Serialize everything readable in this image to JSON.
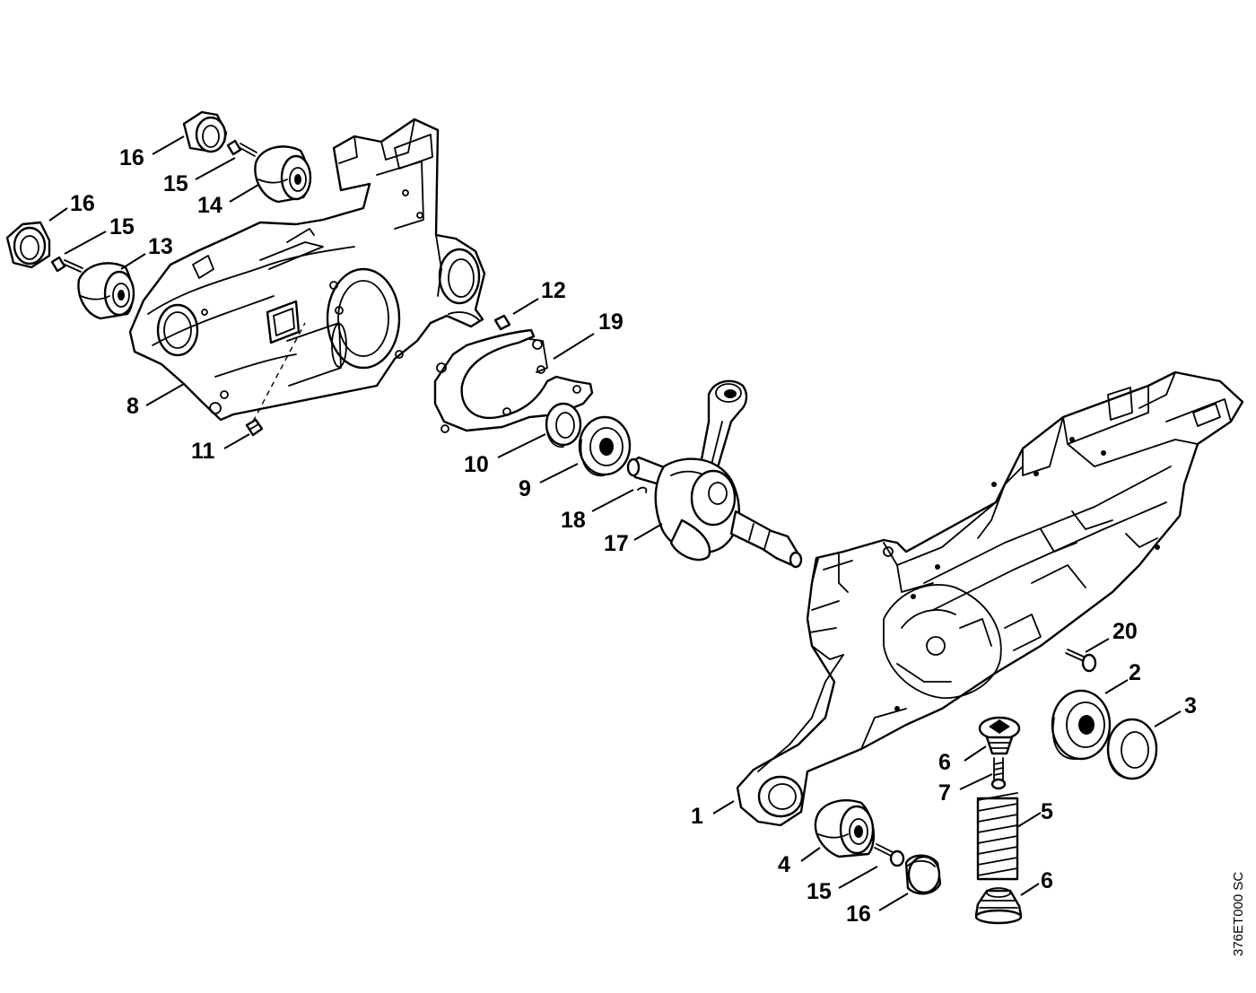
{
  "drawing": {
    "code": "376ET000 SC"
  },
  "callouts": [
    {
      "id": "c16a",
      "text": "16"
    },
    {
      "id": "c15a",
      "text": "15"
    },
    {
      "id": "c14",
      "text": "14"
    },
    {
      "id": "c16b",
      "text": "16"
    },
    {
      "id": "c15b",
      "text": "15"
    },
    {
      "id": "c13",
      "text": "13"
    },
    {
      "id": "c8",
      "text": "8"
    },
    {
      "id": "c11",
      "text": "11"
    },
    {
      "id": "c12",
      "text": "12"
    },
    {
      "id": "c19",
      "text": "19"
    },
    {
      "id": "c10",
      "text": "10"
    },
    {
      "id": "c9",
      "text": "9"
    },
    {
      "id": "c18",
      "text": "18"
    },
    {
      "id": "c17",
      "text": "17"
    },
    {
      "id": "c20",
      "text": "20"
    },
    {
      "id": "c2",
      "text": "2"
    },
    {
      "id": "c3",
      "text": "3"
    },
    {
      "id": "c6a",
      "text": "6"
    },
    {
      "id": "c7",
      "text": "7"
    },
    {
      "id": "c5",
      "text": "5"
    },
    {
      "id": "c1",
      "text": "1"
    },
    {
      "id": "c4",
      "text": "4"
    },
    {
      "id": "c15c",
      "text": "15"
    },
    {
      "id": "c16c",
      "text": "16"
    },
    {
      "id": "c6b",
      "text": "6"
    }
  ]
}
